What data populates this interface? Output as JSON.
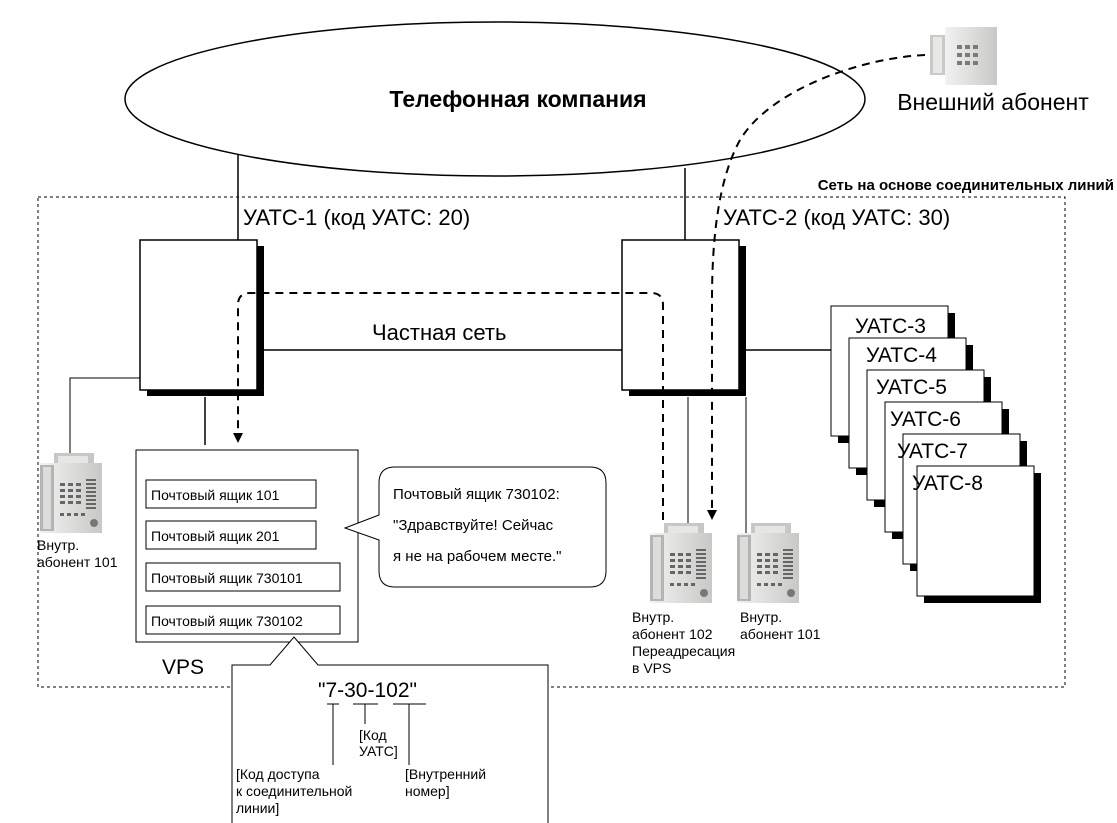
{
  "cloud": {
    "label": "Телефонная компания"
  },
  "external": {
    "label": "Внешний абонент"
  },
  "network": {
    "label": "Сеть на основе соединительных линий"
  },
  "pbx1": {
    "label": "УАТС-1 (код УАТС: 20)"
  },
  "pbx2": {
    "label": "УАТС-2 (код УАТС: 30)"
  },
  "private_net": {
    "label": "Частная сеть"
  },
  "stack": [
    "УАТС-3",
    "УАТС-4",
    "УАТС-5",
    "УАТС-6",
    "УАТС-7",
    "УАТС-8"
  ],
  "vps": {
    "label": "VPS",
    "mailboxes": [
      "Почтовый ящик 101",
      "Почтовый ящик 201",
      "Почтовый ящик 730101",
      "Почтовый ящик 730102"
    ]
  },
  "bubble": {
    "lines": [
      "Почтовый ящик 730102:",
      "\"Здравствуйте! Сейчас",
      "я не на рабочем месте.\""
    ]
  },
  "ext1": {
    "lines": [
      "Внутр.",
      "абонент 101"
    ]
  },
  "ext102": {
    "lines": [
      "Внутр.",
      "абонент 102",
      "Переадресация",
      "в VPS"
    ]
  },
  "ext101b": {
    "lines": [
      "Внутр.",
      "абонент 101"
    ]
  },
  "callout": {
    "number": "\"7-30-102\"",
    "code_label": [
      "[Код",
      "УАТС]"
    ],
    "access_label": [
      "[Код доступа",
      "к соединительной",
      "линии]"
    ],
    "ext_label": [
      "[Внутренний",
      "номер]"
    ]
  },
  "colors": {
    "line": "#000000",
    "phone_body": "#d9dad8",
    "phone_dark": "#8a8c88"
  }
}
